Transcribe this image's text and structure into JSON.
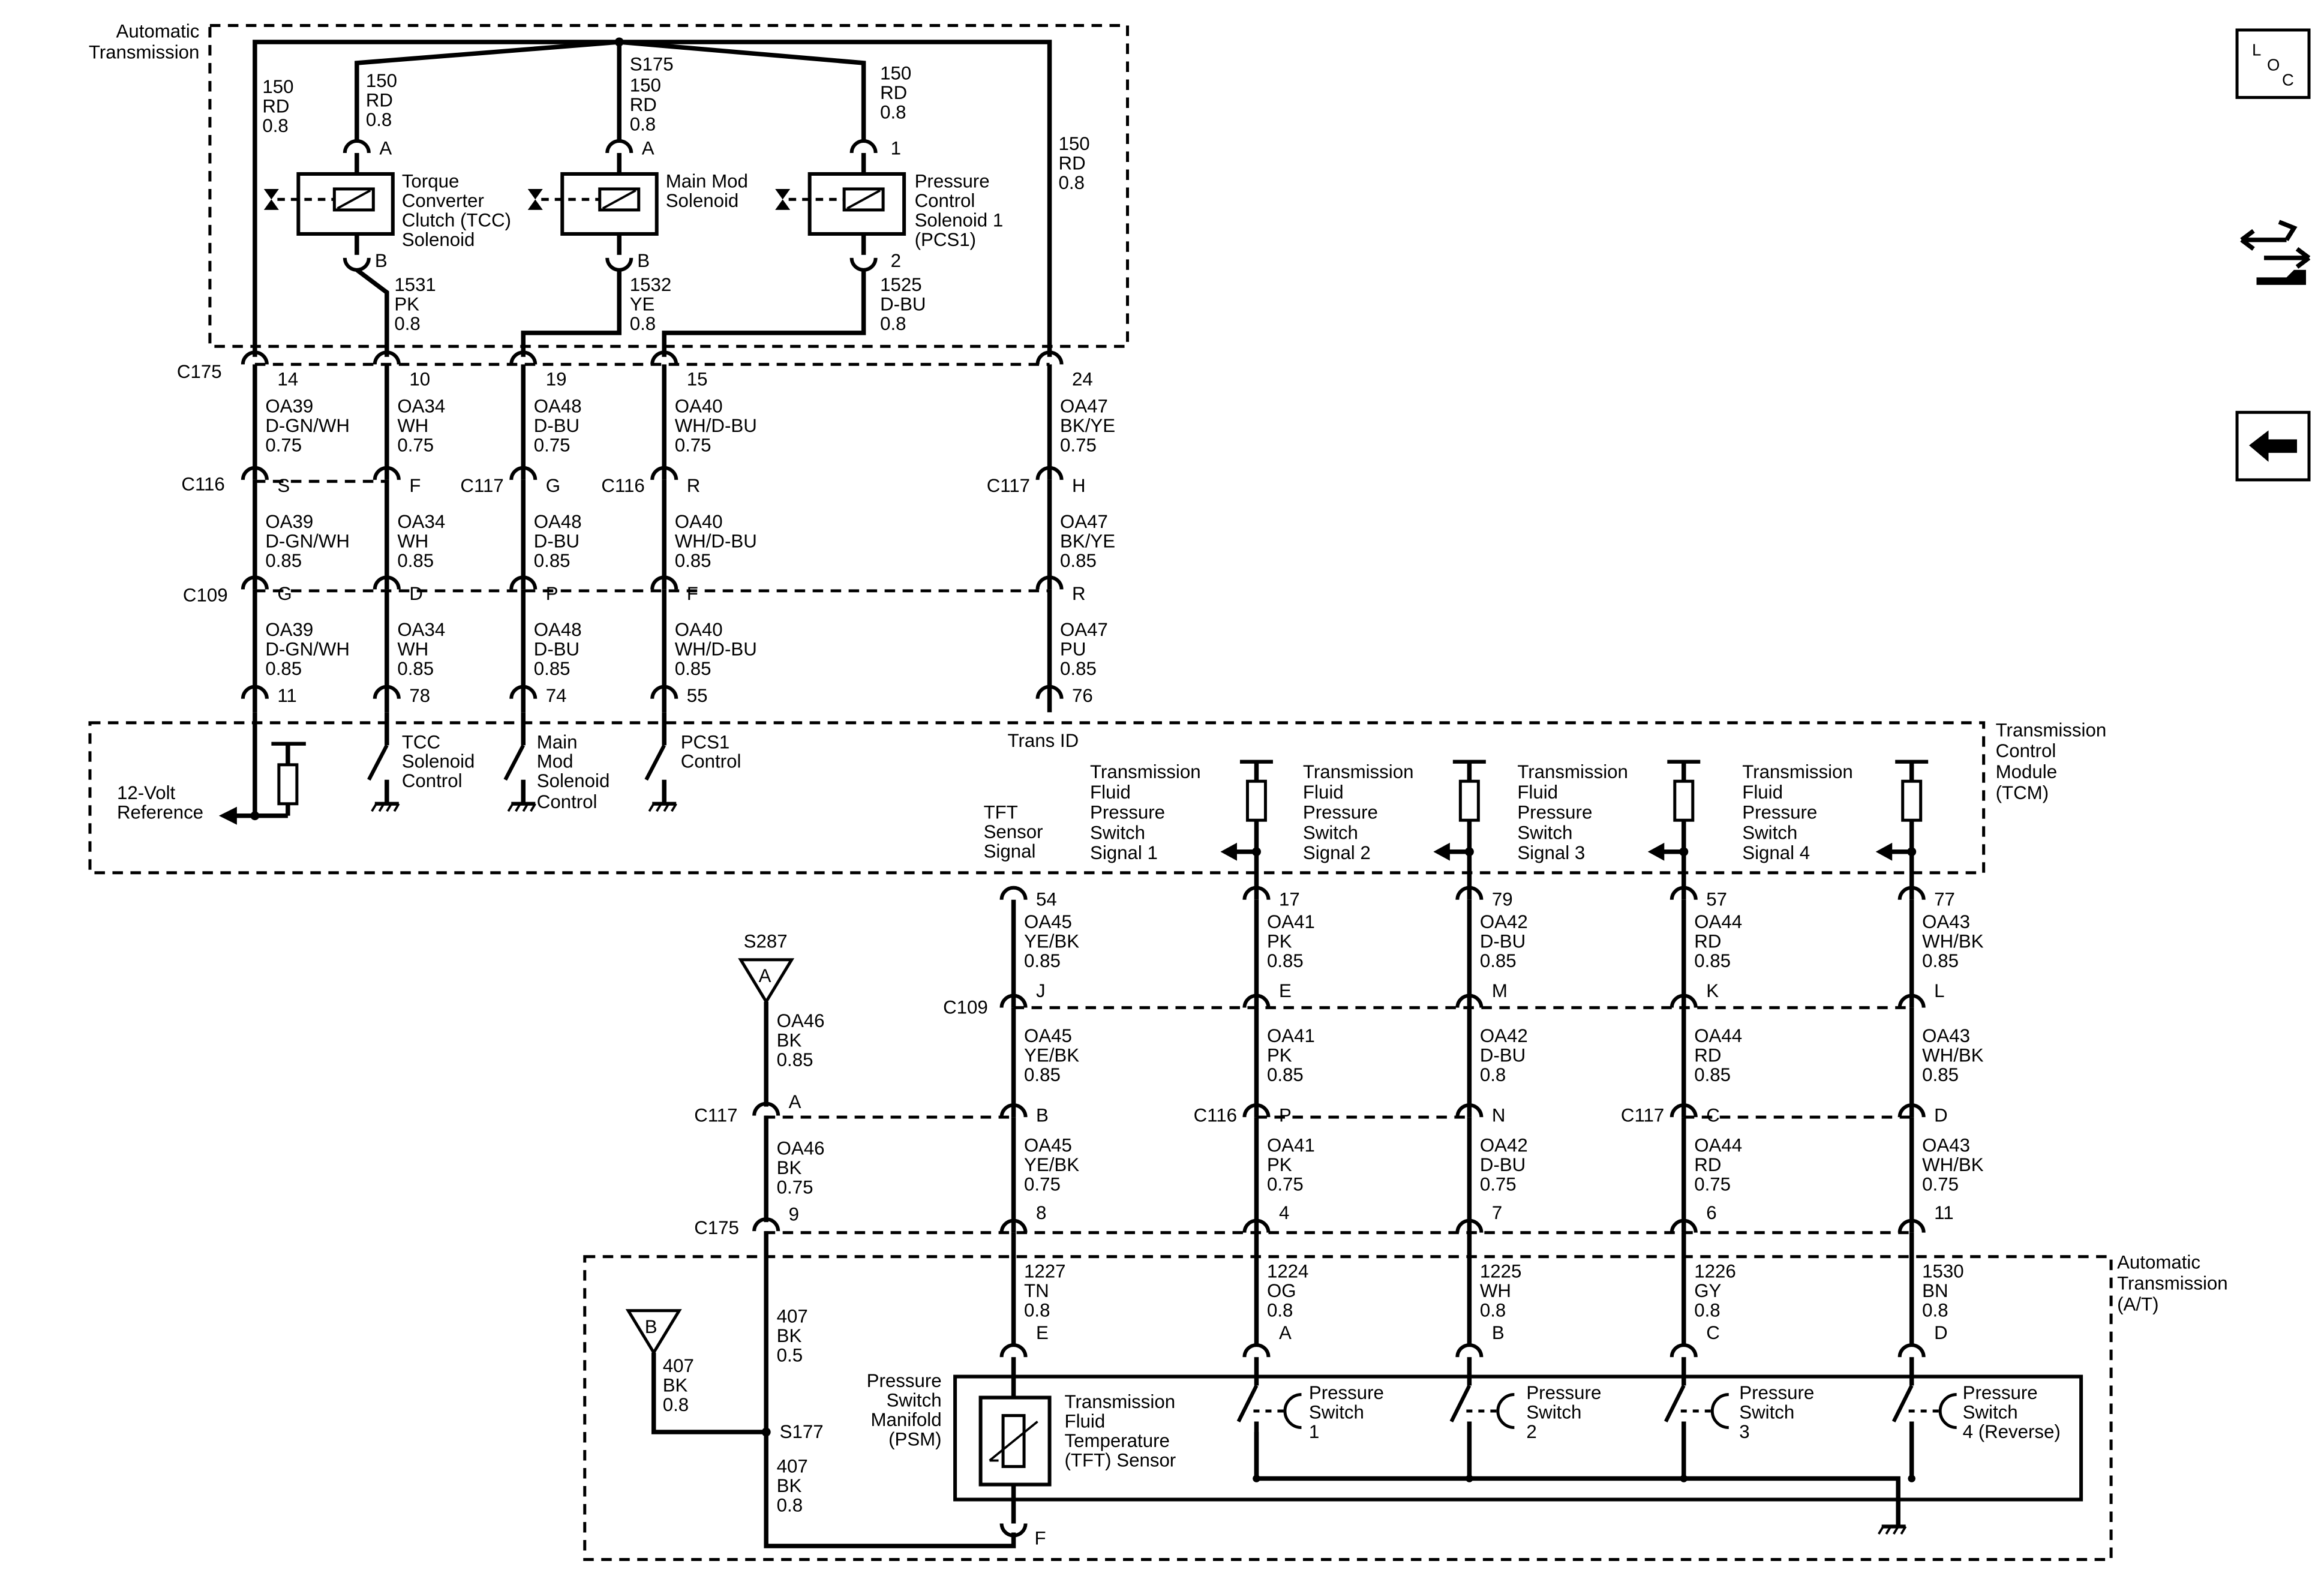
{
  "title_labels": {
    "automatic": "Automatic",
    "transmission": "Transmission",
    "tcm_lines": [
      "Transmission",
      "Control",
      "Module",
      "(TCM)"
    ],
    "at_lines": [
      "Automatic",
      "Transmission",
      "(A/T)"
    ]
  },
  "nav": {
    "loc_letters": [
      "L",
      "O",
      "C"
    ],
    "loc_icon": "loc-icon",
    "component_icon": "connector-tools-icon",
    "back_icon": "back-arrow-icon"
  },
  "solenoid_feed": {
    "splice": "S175",
    "left": [
      "150",
      "RD",
      "0.8"
    ],
    "right": [
      "150",
      "RD",
      "0.8"
    ],
    "tcc_top": [
      "150",
      "RD",
      "0.8"
    ],
    "main_top": [
      "150",
      "RD",
      "0.8"
    ],
    "pcs_top": [
      "150",
      "RD",
      "0.8"
    ]
  },
  "solenoids": [
    {
      "lines": [
        "Torque",
        "Converter",
        "Clutch (TCC)",
        "Solenoid"
      ],
      "pin_top": "A",
      "pin_bottom": "B",
      "wire": [
        "1531",
        "PK",
        "0.8"
      ]
    },
    {
      "lines": [
        "Main Mod",
        "Solenoid"
      ],
      "pin_top": "A",
      "pin_bottom": "B",
      "wire": [
        "1532",
        "YE",
        "0.8"
      ]
    },
    {
      "lines": [
        "Pressure",
        "Control",
        "Solenoid 1",
        "(PCS1)"
      ],
      "pin_top": "1",
      "pin_bottom": "2",
      "wire": [
        "1525",
        "D-BU",
        "0.8"
      ]
    }
  ],
  "upper_circuits": [
    {
      "c175_pin": "14",
      "seg1": [
        "OA39",
        "D-GN/WH",
        "0.75"
      ],
      "mid_connector": "C116",
      "mid_pin": "S",
      "seg2": [
        "OA39",
        "D-GN/WH",
        "0.85"
      ],
      "c109_pin": "G",
      "seg3": [
        "OA39",
        "D-GN/WH",
        "0.85"
      ],
      "tcm_pin": "11"
    },
    {
      "c175_pin": "10",
      "seg1": [
        "OA34",
        "WH",
        "0.75"
      ],
      "mid_connector": "",
      "mid_pin": "F",
      "seg2": [
        "OA34",
        "WH",
        "0.85"
      ],
      "c109_pin": "D",
      "seg3": [
        "OA34",
        "WH",
        "0.85"
      ],
      "tcm_pin": "78"
    },
    {
      "c175_pin": "19",
      "seg1": [
        "OA48",
        "D-BU",
        "0.75"
      ],
      "mid_connector": "C117",
      "mid_pin": "G",
      "seg2": [
        "OA48",
        "D-BU",
        "0.85"
      ],
      "c109_pin": "P",
      "seg3": [
        "OA48",
        "D-BU",
        "0.85"
      ],
      "tcm_pin": "74"
    },
    {
      "c175_pin": "15",
      "seg1": [
        "OA40",
        "WH/D-BU",
        "0.75"
      ],
      "mid_connector": "C116",
      "mid_pin": "R",
      "seg2": [
        "OA40",
        "WH/D-BU",
        "0.85"
      ],
      "c109_pin": "F",
      "seg3": [
        "OA40",
        "WH/D-BU",
        "0.85"
      ],
      "tcm_pin": "55"
    },
    {
      "c175_pin": "24",
      "seg1": [
        "OA47",
        "BK/YE",
        "0.75"
      ],
      "mid_connector": "C117",
      "mid_pin": "H",
      "seg2": [
        "OA47",
        "BK/YE",
        "0.85"
      ],
      "c109_pin": "R",
      "seg3": [
        "OA47",
        "PU",
        "0.85"
      ],
      "tcm_pin": "76"
    }
  ],
  "connectors": {
    "c175": "C175",
    "c116": "C116",
    "c117": "C117",
    "c109": "C109"
  },
  "tcm_internal": {
    "reference": [
      "12-Volt",
      "Reference"
    ],
    "tcc_control": [
      "TCC",
      "Solenoid",
      "Control"
    ],
    "main_control": [
      "Main",
      "Mod",
      "Solenoid",
      "Control"
    ],
    "pcs_control": [
      "PCS1",
      "Control"
    ],
    "trans_id": "Trans ID",
    "tft_signal": [
      "TFT",
      "Sensor",
      "Signal"
    ],
    "pressure_signals": [
      [
        "Transmission",
        "Fluid",
        "Pressure",
        "Switch",
        "Signal 1"
      ],
      [
        "Transmission",
        "Fluid",
        "Pressure",
        "Switch",
        "Signal 2"
      ],
      [
        "Transmission",
        "Fluid",
        "Pressure",
        "Switch",
        "Signal 3"
      ],
      [
        "Transmission",
        "Fluid",
        "Pressure",
        "Switch",
        "Signal 4"
      ]
    ]
  },
  "ground_circuit": {
    "splice_a": "S287",
    "flag_a": "A",
    "c117_pin": "A",
    "seg1": [
      "OA46",
      "BK",
      "0.85"
    ],
    "seg2": [
      "OA46",
      "BK",
      "0.75"
    ],
    "c175_pin": "9",
    "seg3": [
      "407",
      "BK",
      "0.5"
    ],
    "flag_b": "B",
    "flag_b_wire": [
      "407",
      "BK",
      "0.8"
    ],
    "splice_s177": "S177",
    "seg4": [
      "407",
      "BK",
      "0.8"
    ],
    "psm_pin": "F"
  },
  "lower_circuits": [
    {
      "tcm_pin": "54",
      "seg1": [
        "OA45",
        "YE/BK",
        "0.85"
      ],
      "c109_pin": "J",
      "seg2": [
        "OA45",
        "YE/BK",
        "0.85"
      ],
      "mid_connector": "",
      "mid_pin": "B",
      "seg3": [
        "OA45",
        "YE/BK",
        "0.75"
      ],
      "c175_pin": "8",
      "seg4": [
        "1227",
        "TN",
        "0.8"
      ],
      "psm_pin": "E"
    },
    {
      "tcm_pin": "17",
      "seg1": [
        "OA41",
        "PK",
        "0.85"
      ],
      "c109_pin": "E",
      "seg2": [
        "OA41",
        "PK",
        "0.85"
      ],
      "mid_connector": "C116",
      "mid_pin": "P",
      "seg3": [
        "OA41",
        "PK",
        "0.75"
      ],
      "c175_pin": "4",
      "seg4": [
        "1224",
        "OG",
        "0.8"
      ],
      "psm_pin": "A"
    },
    {
      "tcm_pin": "79",
      "seg1": [
        "OA42",
        "D-BU",
        "0.85"
      ],
      "c109_pin": "M",
      "seg2": [
        "OA42",
        "D-BU",
        "0.8"
      ],
      "mid_connector": "",
      "mid_pin": "N",
      "seg3": [
        "OA42",
        "D-BU",
        "0.75"
      ],
      "c175_pin": "7",
      "seg4": [
        "1225",
        "WH",
        "0.8"
      ],
      "psm_pin": "B"
    },
    {
      "tcm_pin": "57",
      "seg1": [
        "OA44",
        "RD",
        "0.85"
      ],
      "c109_pin": "K",
      "seg2": [
        "OA44",
        "RD",
        "0.85"
      ],
      "mid_connector": "C117",
      "mid_pin": "C",
      "seg3": [
        "OA44",
        "RD",
        "0.75"
      ],
      "c175_pin": "6",
      "seg4": [
        "1226",
        "GY",
        "0.8"
      ],
      "psm_pin": "C"
    },
    {
      "tcm_pin": "77",
      "seg1": [
        "OA43",
        "WH/BK",
        "0.85"
      ],
      "c109_pin": "L",
      "seg2": [
        "OA43",
        "WH/BK",
        "0.85"
      ],
      "mid_connector": "",
      "mid_pin": "D",
      "seg3": [
        "OA43",
        "WH/BK",
        "0.75"
      ],
      "c175_pin": "11",
      "seg4": [
        "1530",
        "BN",
        "0.8"
      ],
      "psm_pin": "D"
    }
  ],
  "psm": {
    "label": [
      "Pressure",
      "Switch",
      "Manifold",
      "(PSM)"
    ],
    "tft_sensor": [
      "Transmission",
      "Fluid",
      "Temperature",
      "(TFT) Sensor"
    ],
    "switches": [
      [
        "Pressure",
        "Switch",
        "1"
      ],
      [
        "Pressure",
        "Switch",
        "2"
      ],
      [
        "Pressure",
        "Switch",
        "3"
      ],
      [
        "Pressure",
        "Switch",
        "4 (Reverse)"
      ]
    ]
  }
}
